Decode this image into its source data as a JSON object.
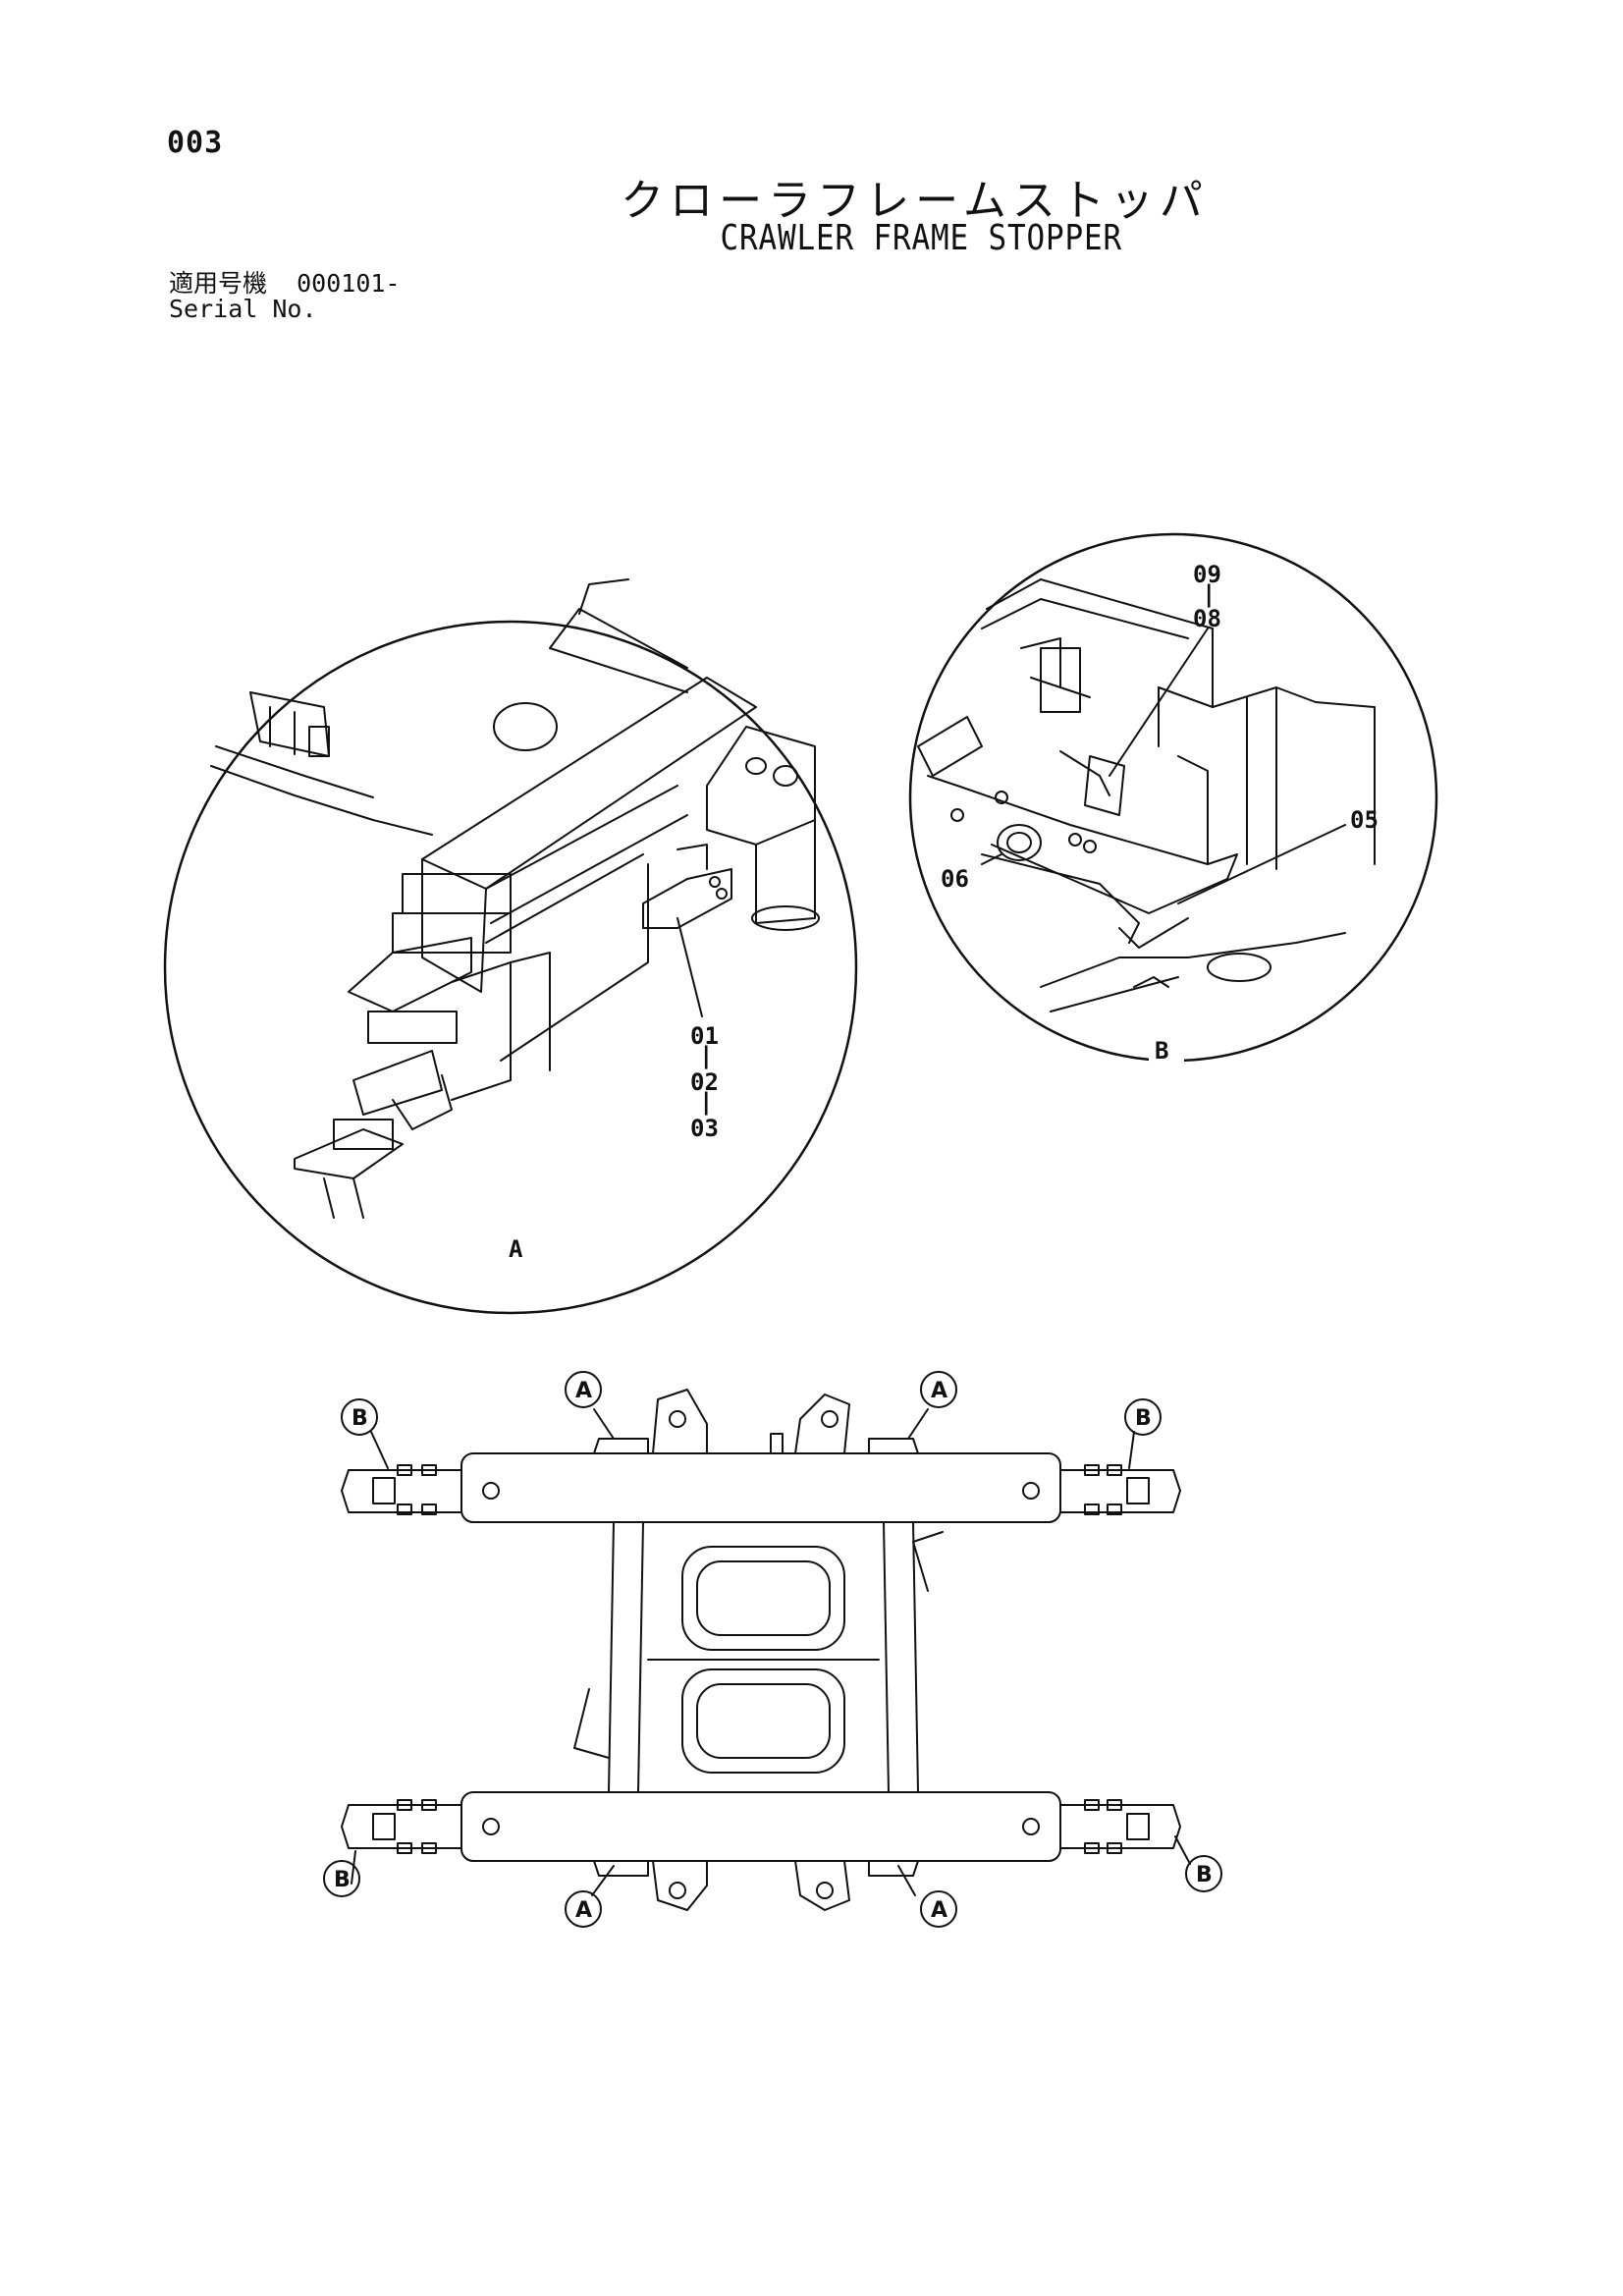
{
  "header": {
    "page_number": "003",
    "title_jp": "クローラフレームストッパ",
    "title_en": "CRAWLER FRAME STOPPER",
    "serial_label_jp": "適用号機",
    "serial_value": "000101-",
    "serial_label_en": "Serial No."
  },
  "detail_a": {
    "label": "A",
    "callouts": [
      "01",
      "02",
      "03"
    ]
  },
  "detail_b": {
    "label": "B",
    "callout_top": [
      "09",
      "08"
    ],
    "callout_right": "05",
    "callout_left": "06"
  },
  "overview": {
    "marker_a": "A",
    "marker_b": "B"
  },
  "colors": {
    "ink": "#111111",
    "paper": "#ffffff"
  }
}
